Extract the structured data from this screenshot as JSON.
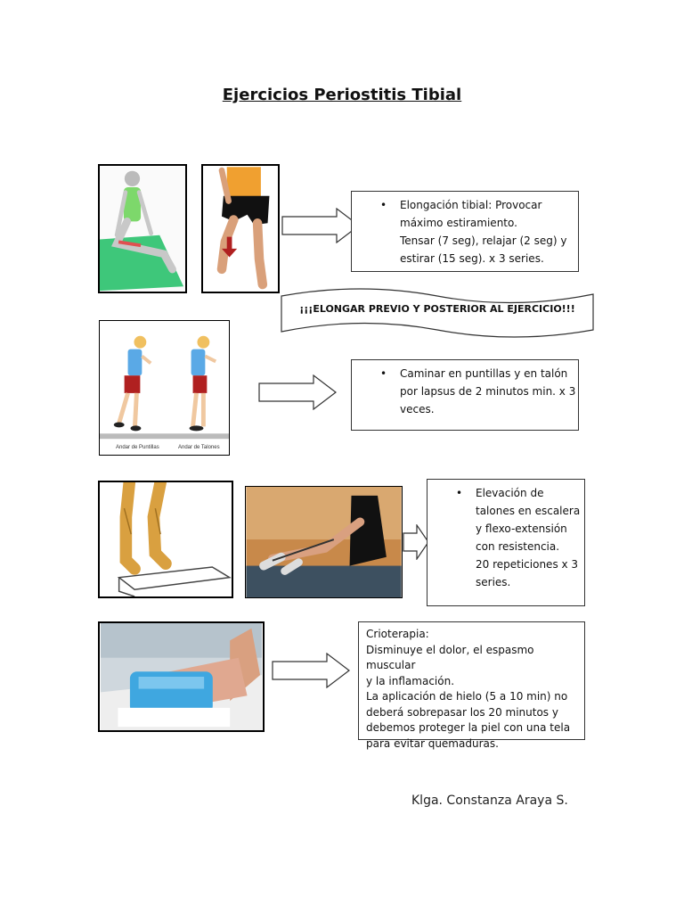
{
  "title": "Ejercicios Periostitis Tibial",
  "section1": {
    "lines": [
      "Elongación tibial: Provocar",
      "máximo estiramiento.",
      "Tensar (7 seg), relajar (2 seg) y",
      "estirar (15 seg). x 3 series."
    ]
  },
  "banner": "¡¡¡ELONGAR PREVIO Y POSTERIOR AL EJERCICIO!!!",
  "section2": {
    "lines": [
      "Caminar en puntillas y en talón",
      "por lapsus de 2 minutos min. x 3",
      "veces."
    ],
    "caption_left": "Andar de Puntillas",
    "caption_right": "Andar de Talones"
  },
  "section3": {
    "lines": [
      "Elevación de",
      "talones en escalera",
      "y flexo-extensión",
      "con resistencia.",
      "20 repeticiones x 3",
      "series."
    ]
  },
  "section4": {
    "lines": [
      "Crioterapia:",
      "Disminuye el dolor, el espasmo muscular",
      "y la inflamación.",
      "La aplicación de hielo (5 a 10 min) no",
      "deberá sobrepasar los 20 minutos y",
      "debemos proteger la piel con una tela",
      "para evitar quemaduras."
    ]
  },
  "signature": "Klga. Constanza Araya S.",
  "colors": {
    "mat_green": "#3ec77a",
    "shirt_blue": "#5aa9e6",
    "shorts_red": "#b02020",
    "ice_pack_blue": "#3fa7e0"
  }
}
